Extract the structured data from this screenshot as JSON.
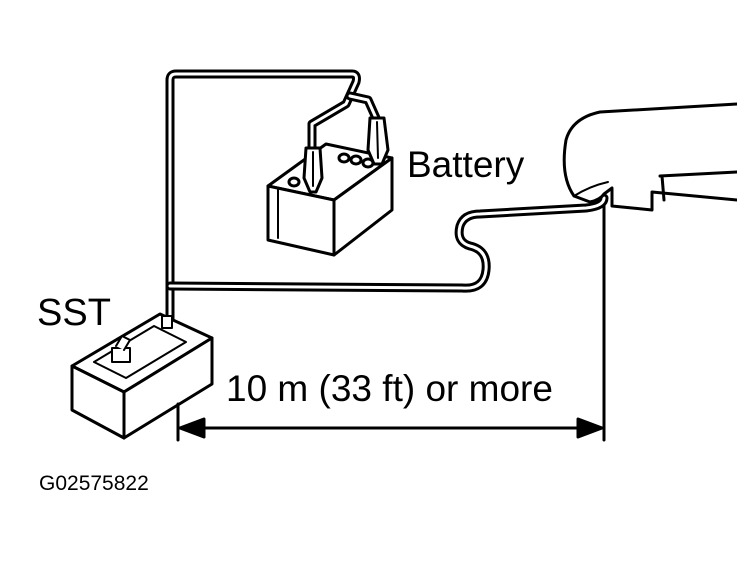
{
  "labels": {
    "battery": "Battery",
    "sst": "SST",
    "distance": "10 m (33 ft) or more",
    "figure_code": "G02575822"
  },
  "colors": {
    "line": "#000000",
    "background": "#ffffff"
  }
}
